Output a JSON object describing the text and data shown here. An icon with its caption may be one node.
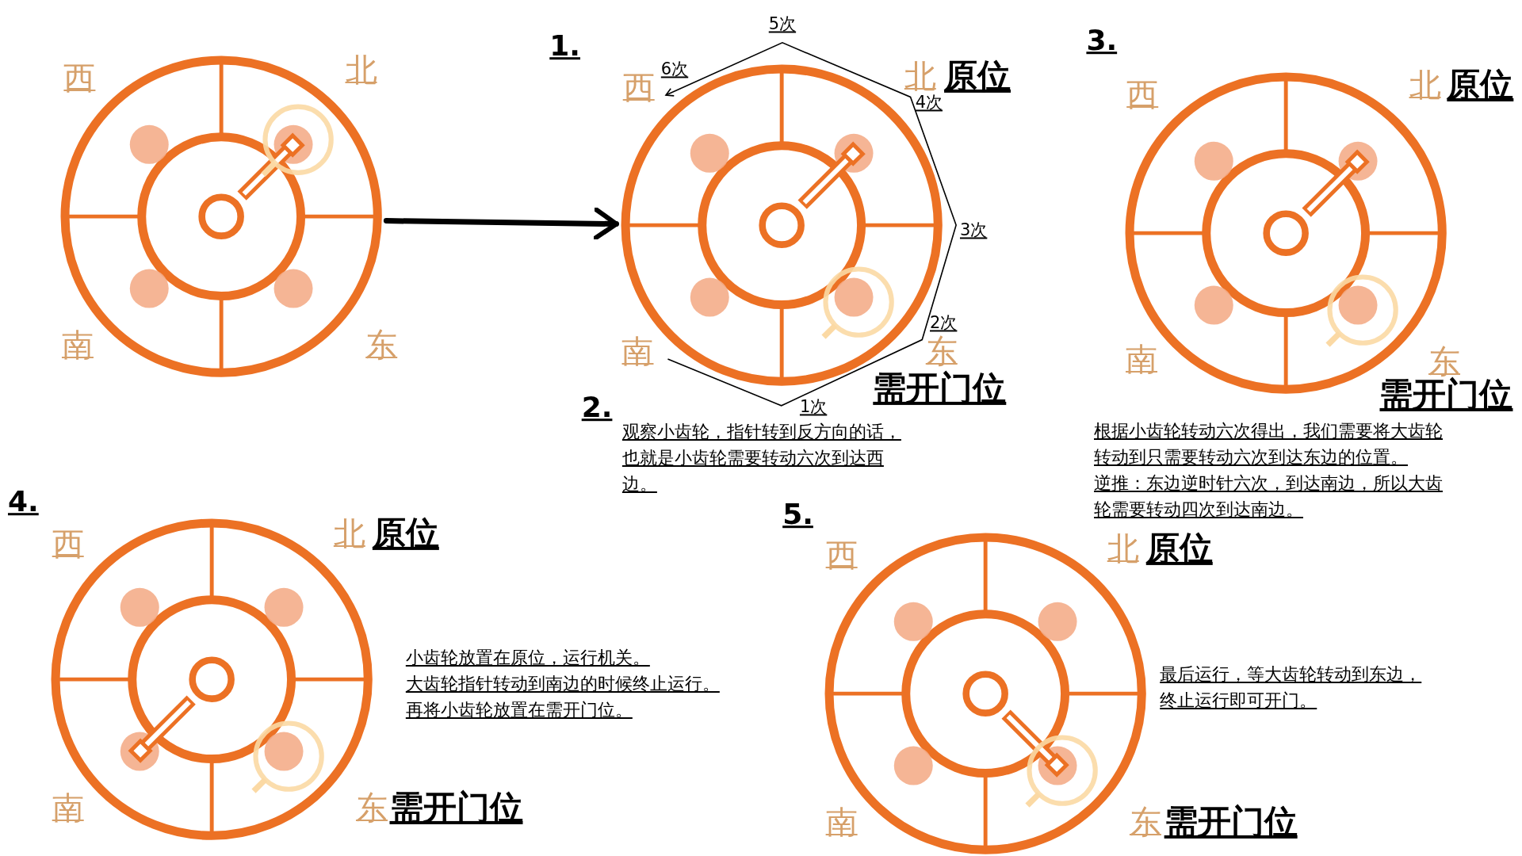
{
  "diagram": {
    "nodes": [
      {
        "text": [],
        "shape": "picture"
      },
      {
        "text": [],
        "shape": "picture"
      },
      {
        "text": [],
        "shape": "picture"
      },
      {
        "text": [],
        "shape": "picture"
      },
      {
        "text": [],
        "shape": "picture"
      }
    ],
    "edges": [
      {
        "from": 0,
        "to": 1,
        "arrow": "to"
      }
    ],
    "labels": [
      "西",
      "北",
      "南",
      "东",
      "1.",
      "5次",
      "6次",
      "西",
      "北",
      "原位",
      "4次",
      "3次",
      "2次",
      "南",
      "东",
      "需开门位",
      "1次",
      "2.",
      "观察小齿轮，指针转到反方向的话，也就是小齿轮需要转动六次到达西边。",
      "3.",
      "西",
      "北",
      "原位",
      "南",
      "东",
      "需开门位",
      "根据小齿轮转动六次得出，我们需要将大齿轮转动到只需要转动六次到达东边的位置。",
      "逆推：东边逆时针六次，到达南边，所以大齿轮需要转动四次到达南边。",
      "4.",
      "西",
      "北",
      "原位",
      "小齿轮放置在原位，运行机关。",
      "大齿轮指针转动到南边的时候终止运行。",
      "再将小齿轮放置在需开门位。",
      "南",
      "东",
      "需开门位",
      "5.",
      "西",
      "北",
      "原位",
      "最后运行，等大齿轮转动到东边，终止运行即可开门。",
      "南",
      "东",
      "需开门位"
    ]
  }
}
